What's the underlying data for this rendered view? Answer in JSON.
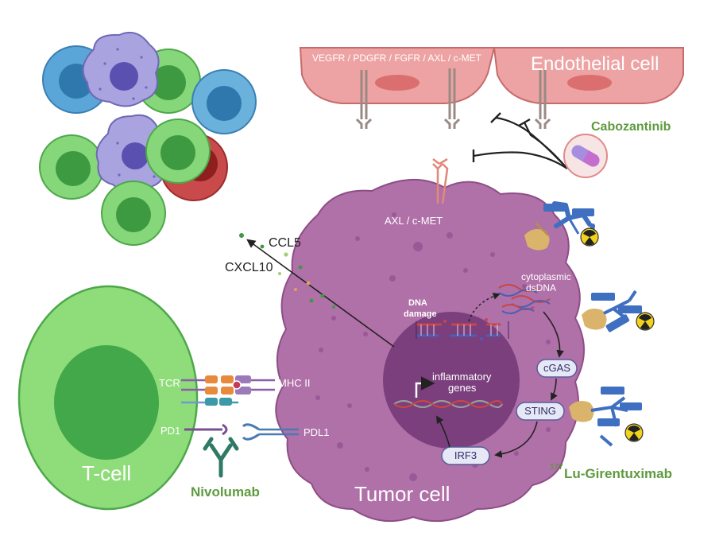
{
  "labels": {
    "receptors": "VEGFR / PDGFR / FGFR / AXL / c-MET",
    "endothelial_cell": "Endothelial cell",
    "cabozantinib": "Cabozantinib",
    "axl_cmet": "AXL / c-MET",
    "ccl5": "CCL5",
    "cxcl10": "CXCL10",
    "dna_damage_line1": "DNA",
    "dna_damage_line2": "damage",
    "cytoplasmic_line1": "cytoplasmic",
    "cytoplasmic_line2": "dsDNA",
    "inflammatory_line1": "inflammatory",
    "inflammatory_line2": "genes",
    "cgas": "cGAS",
    "sting": "STING",
    "irf3": "IRF3",
    "tcr": "TCR",
    "mhc2": "MHC II",
    "pd1": "PD1",
    "pdl1": "PDL1",
    "tcell": "T-cell",
    "nivolumab": "Nivolumab",
    "tumor_cell": "Tumor cell",
    "lu_superscript": "177",
    "lu_girentuximab": "Lu-Girentuximab"
  },
  "colors": {
    "tumor": "#b070a8",
    "nucleus": "#7a3f7c",
    "tcell": "#8fdc7a",
    "endothelial": "#eda3a3",
    "drug_green": "#5e9a3e",
    "antibody_blue": "#3f6fc0"
  }
}
